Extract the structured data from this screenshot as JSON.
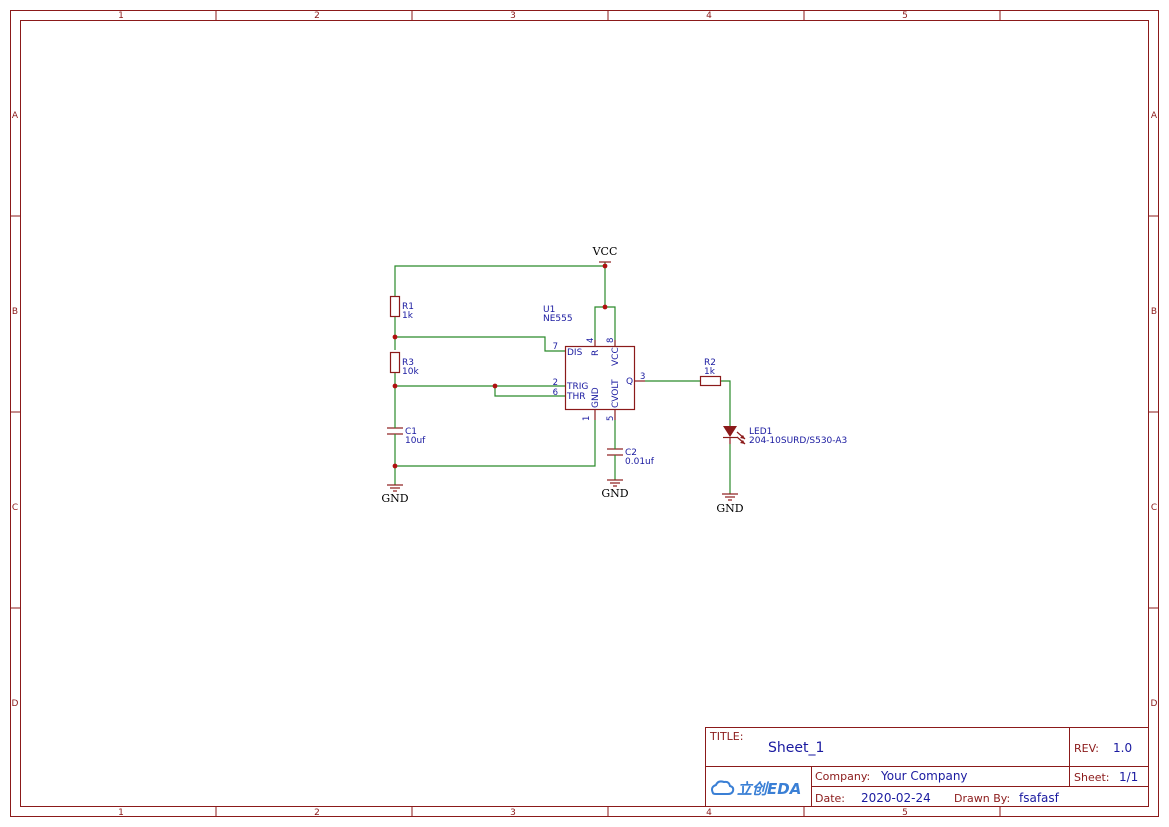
{
  "border": {
    "columns": [
      "1",
      "2",
      "3",
      "4",
      "5"
    ],
    "rows": [
      "A",
      "B",
      "C",
      "D"
    ]
  },
  "components": {
    "r1": {
      "ref": "R1",
      "value": "1k"
    },
    "r3": {
      "ref": "R3",
      "value": "10k"
    },
    "c1": {
      "ref": "C1",
      "value": "10uf"
    },
    "c2": {
      "ref": "C2",
      "value": "0.01uf"
    },
    "u1": {
      "ref": "U1",
      "value": "NE555",
      "pins": {
        "dis": "DIS",
        "trig": "TRIG",
        "thr": "THR",
        "r": "R",
        "vcc": "VCC",
        "gnd": "GND",
        "cvolt": "CVOLT",
        "q": "Q"
      },
      "pin_numbers": {
        "dis": "7",
        "trig": "2",
        "thr": "6",
        "r": "4",
        "vcc": "8",
        "gnd": "1",
        "cvolt": "5",
        "q": "3"
      }
    },
    "r2": {
      "ref": "R2",
      "value": "1k"
    },
    "led1": {
      "ref": "LED1",
      "value": "204-10SURD/S530-A3"
    }
  },
  "nets": {
    "vcc": "VCC",
    "gnd_left": "GND",
    "gnd_mid": "GND",
    "gnd_right": "GND"
  },
  "title_block": {
    "title_key": "TITLE:",
    "title": "Sheet_1",
    "rev_key": "REV:",
    "rev": "1.0",
    "company_key": "Company:",
    "company": "Your Company",
    "sheet_key": "Sheet:",
    "sheet": "1/1",
    "date_key": "Date:",
    "date": "2020-02-24",
    "drawn_key": "Drawn By:",
    "drawn": "fsafasf",
    "logo": "立创EDA"
  },
  "colors": {
    "frame": "#8b1a1a",
    "wire": "#2a8a2a",
    "text": "#1a1aa0",
    "logo": "#3a7fd5"
  }
}
